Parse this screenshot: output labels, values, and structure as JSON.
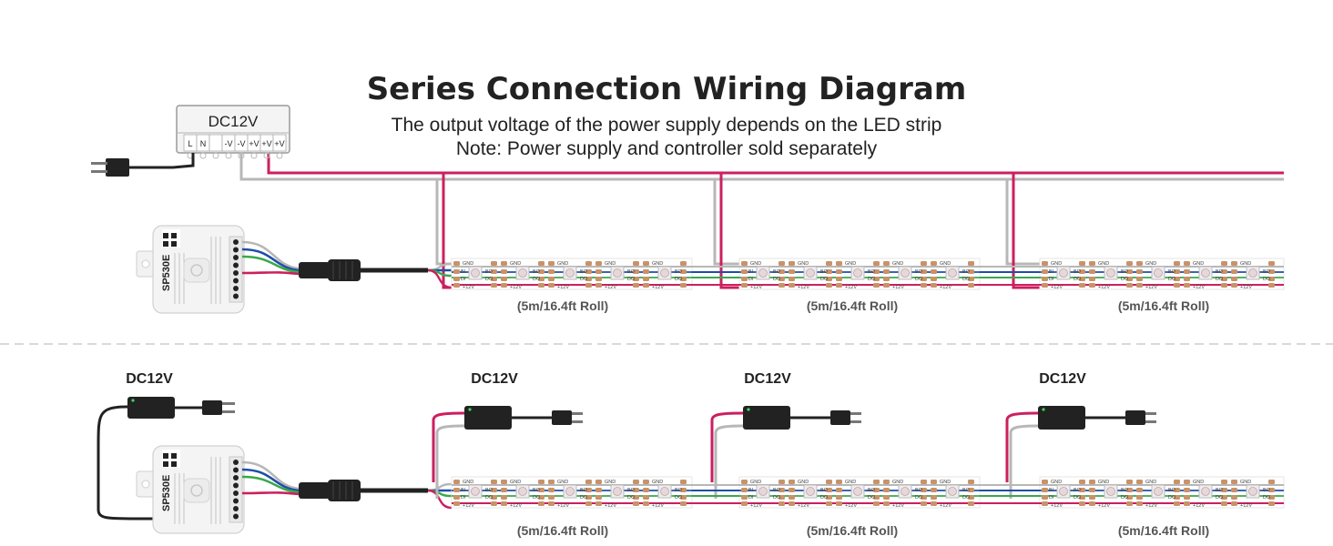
{
  "title": "Series Connection Wiring Diagram",
  "subtitle_line1": "The output voltage of the power supply depends on the LED strip",
  "subtitle_line2": "Note: Power supply and controller sold separately",
  "psu": {
    "label": "DC12V",
    "terminals": [
      "L",
      "N",
      "",
      "-V",
      "-V",
      "+V",
      "+V",
      "+V"
    ]
  },
  "adapter_label": "DC12V",
  "controller_model": "SP530E",
  "strip": {
    "roll_label": "(5m/16.4ft Roll)",
    "pad_gnd": "GND",
    "pad_bi": "BI",
    "pad_bo": "BO",
    "pad_di": "DI",
    "pad_do": "DO",
    "pad_12v": "+12V"
  },
  "colors": {
    "red_wire": "#cc1f5e",
    "gray_wire": "#b7b7b7",
    "blue_wire": "#1f4ea8",
    "green_wire": "#3aa84b",
    "copper_pad": "#c8926a",
    "divider": "#d9d9d9"
  }
}
